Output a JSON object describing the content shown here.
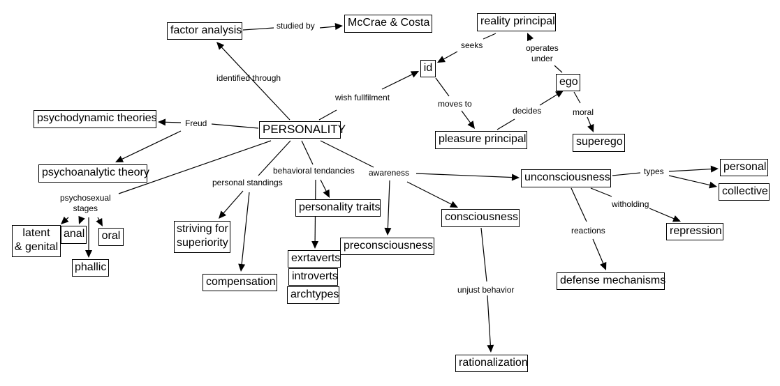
{
  "map": {
    "root": "PERSONALITY",
    "concepts": {
      "factor_analysis": "factor analysis",
      "mccrae_costa": "McCrae & Costa",
      "reality_principal": "reality principal",
      "id": "id",
      "ego": "ego",
      "pleasure_principal": "pleasure principal",
      "superego": "superego",
      "psychodynamic_theories": "psychodynamic theories",
      "psychoanalytic_theory": "psychoanalytic theory",
      "latent_genital_line1": "latent",
      "latent_genital_line2": "& genital",
      "anal": "anal",
      "oral": "oral",
      "phallic": "phallic",
      "striving_line1": "striving for",
      "striving_line2": "superiority",
      "compensation": "compensation",
      "personality_traits": "personality traits",
      "extraverts": "exrtaverts",
      "introverts": "introverts",
      "archtypes": "archtypes",
      "preconsciousness": "preconsciousness",
      "consciousness": "consciousness",
      "rationalization": "rationalization",
      "unconsciousness": "unconsciousness",
      "personal": "personal",
      "collective": "collective",
      "repression": "repression",
      "defense_mechanisms": "defense mechanisms"
    },
    "links": {
      "studied_by": "studied by",
      "identified_through": "identified through",
      "wish_fullfilment": "wish fullfilment",
      "seeks": "seeks",
      "operates_under_line1": "operates",
      "operates_under_line2": "under",
      "moves_to": "moves to",
      "decides": "decides",
      "moral": "moral",
      "freud": "Freud",
      "psychosexual_line1": "psychosexual",
      "psychosexual_line2": "stages",
      "personal_standings": "personal standings",
      "behavioral_tendancies": "behavioral tendancies",
      "awareness": "awareness",
      "unjust_behavior": "unjust behavior",
      "types": "types",
      "witholding": "witholding",
      "reactions": "reactions"
    }
  }
}
